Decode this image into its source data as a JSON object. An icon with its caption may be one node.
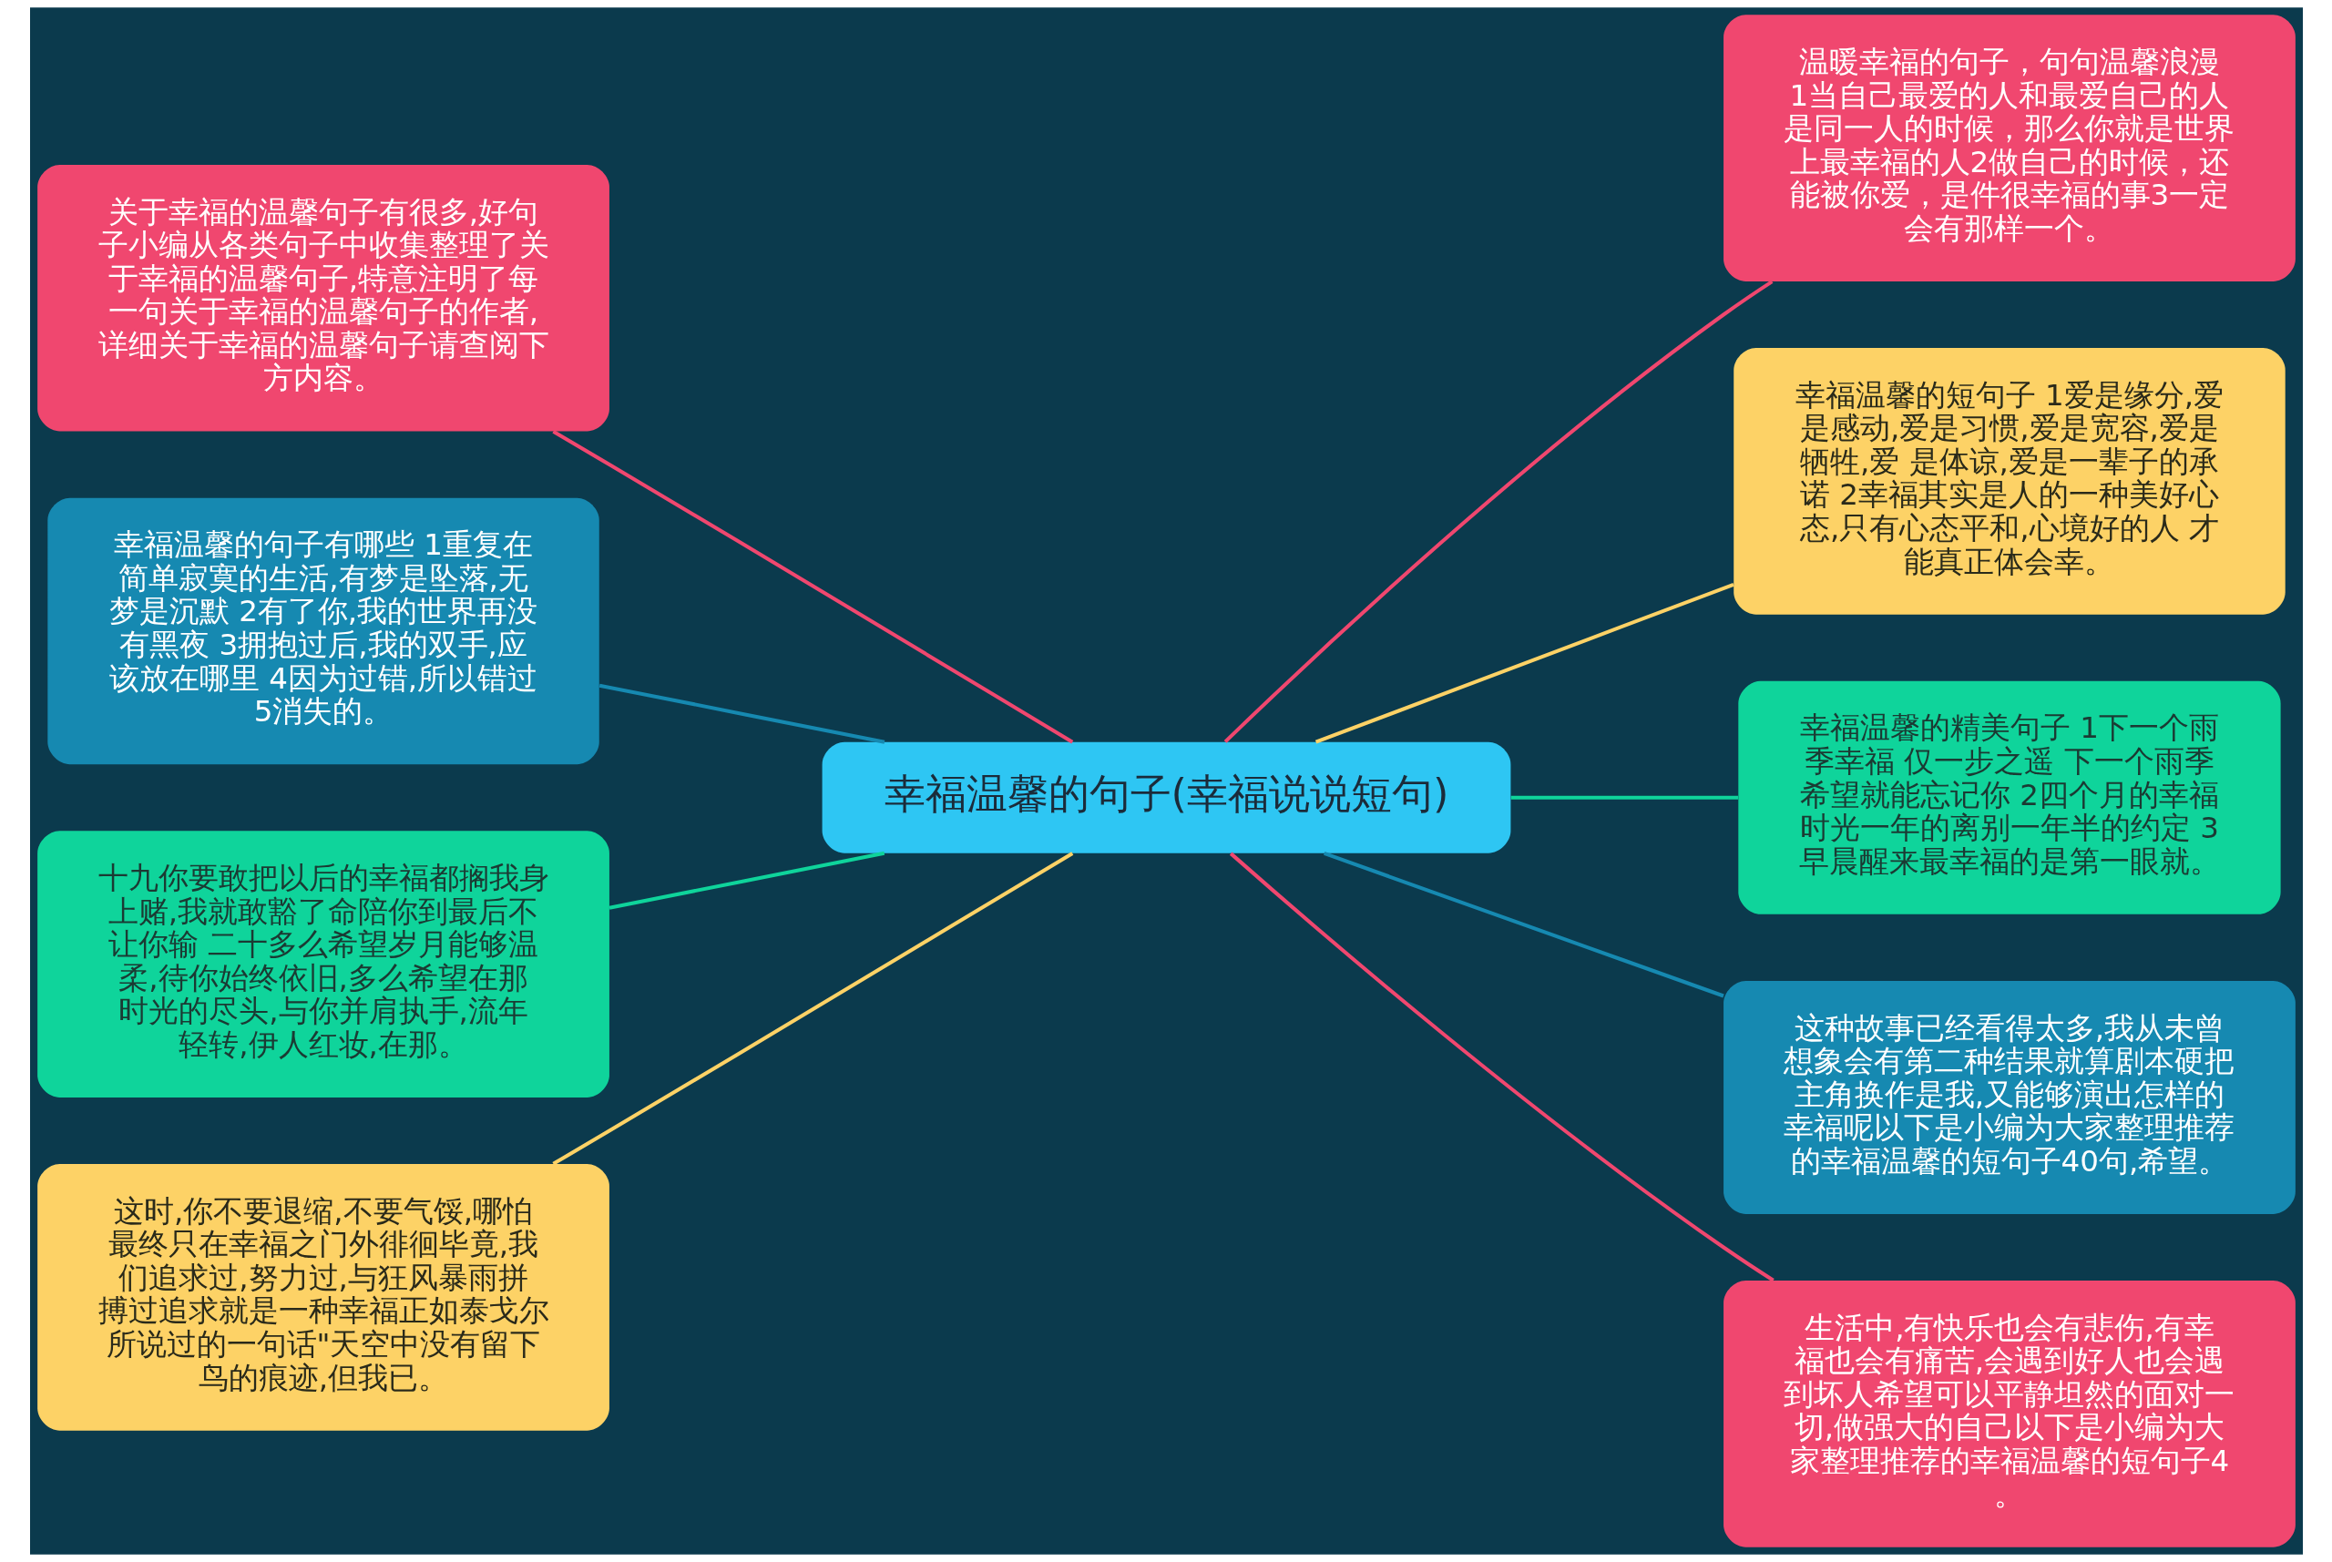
{
  "diagram": {
    "nodes": [
      {
        "text": [
          "幸福温馨的句子(幸福说说短句)"
        ]
      },
      {
        "text": [
          "关于幸福的温馨句子有很多,好句子小编从各类句子中收集整理了关于幸福的温馨句子,特意注明了每一句关于幸福的温馨句子的作者,详细关于幸福的温馨句子请查阅下方内容。"
        ]
      },
      {
        "text": [
          "幸福温馨的句子有哪些 1重复在简单寂寞的生活,有梦是坠落,无梦是沉默 2有了你,我的世界再没有黑夜 3拥抱过后,我的双手,应该放在哪里 4因为过错,所以错过 5消失的。"
        ]
      },
      {
        "text": [
          "十九你要敢把以后的幸福都搁我身上赌,我就敢豁了命陪你到最后不让你输 二十多么希望岁月能够温柔,待你始终依旧,多么希望在那时光的尽头,与你并肩执手,流年轻转,伊人红妆,在那。"
        ]
      },
      {
        "text": [
          "这时,你不要退缩,不要气馁,哪怕最终只在幸福之门外徘徊毕竟,我们追求过,努力过,与狂风暴雨拼搏过追求就是一种幸福正如泰戈尔所说过的一句话\"天空中没有留下鸟的痕迹,但我已。"
        ]
      },
      {
        "text": [
          "温暖幸福的句子，句句温馨浪漫 1当自己最爱的人和最爱自己的人是同一人的时候，那么你就是世界上最幸福的人2做自己的时候，还能被你爱，是件很幸福的事3一定会有那样一个。"
        ]
      },
      {
        "text": [
          "幸福温馨的短句子 1爱是缘分,爱是感动,爱是习惯,爱是宽容,爱是牺牲,爱 是体谅,爱是一辈子的承诺 2幸福其实是人的一种美好心态,只有心态平和,心境好的人 才能真正体会幸。"
        ]
      },
      {
        "text": [
          "幸福温馨的精美句子 1下一个雨季幸福 仅一步之遥 下一个雨季希望就能忘记你 2四个月的幸福时光一年的离别一年半的约定 3早晨醒来最幸福的是第一眼就。"
        ]
      },
      {
        "text": [
          "这种故事已经看得太多,我从未曾想象会有第二种结果就算剧本硬把主角换作是我,又能够演出怎样的幸福呢以下是小编为大家整理推荐的幸福温馨的短句子40句,希望。"
        ]
      },
      {
        "text": [
          "生活中,有快乐也会有悲伤,有幸福也会有痛苦,会遇到好人也会遇到坏人希望可以平静坦然的面对一切,做强大的自己以下是小编为大家整理推荐的幸福温馨的短句子4。"
        ]
      }
    ],
    "edges": [
      {
        "from": 1,
        "to": 0,
        "arrow": "none",
        "color": "#f0476f"
      },
      {
        "from": 2,
        "to": 0,
        "arrow": "none",
        "color": "#1689b1"
      },
      {
        "from": 3,
        "to": 0,
        "arrow": "none",
        "color": "#0fd49b"
      },
      {
        "from": 4,
        "to": 0,
        "arrow": "none",
        "color": "#fdd266"
      },
      {
        "from": 0,
        "to": 5,
        "arrow": "none",
        "color": "#f0476f"
      },
      {
        "from": 0,
        "to": 6,
        "arrow": "none",
        "color": "#fdd266"
      },
      {
        "from": 0,
        "to": 7,
        "arrow": "none",
        "color": "#0fd49b"
      },
      {
        "from": 0,
        "to": 8,
        "arrow": "none",
        "color": "#1689b1"
      },
      {
        "from": 0,
        "to": 9,
        "arrow": "none",
        "color": "#f0476f"
      }
    ]
  }
}
